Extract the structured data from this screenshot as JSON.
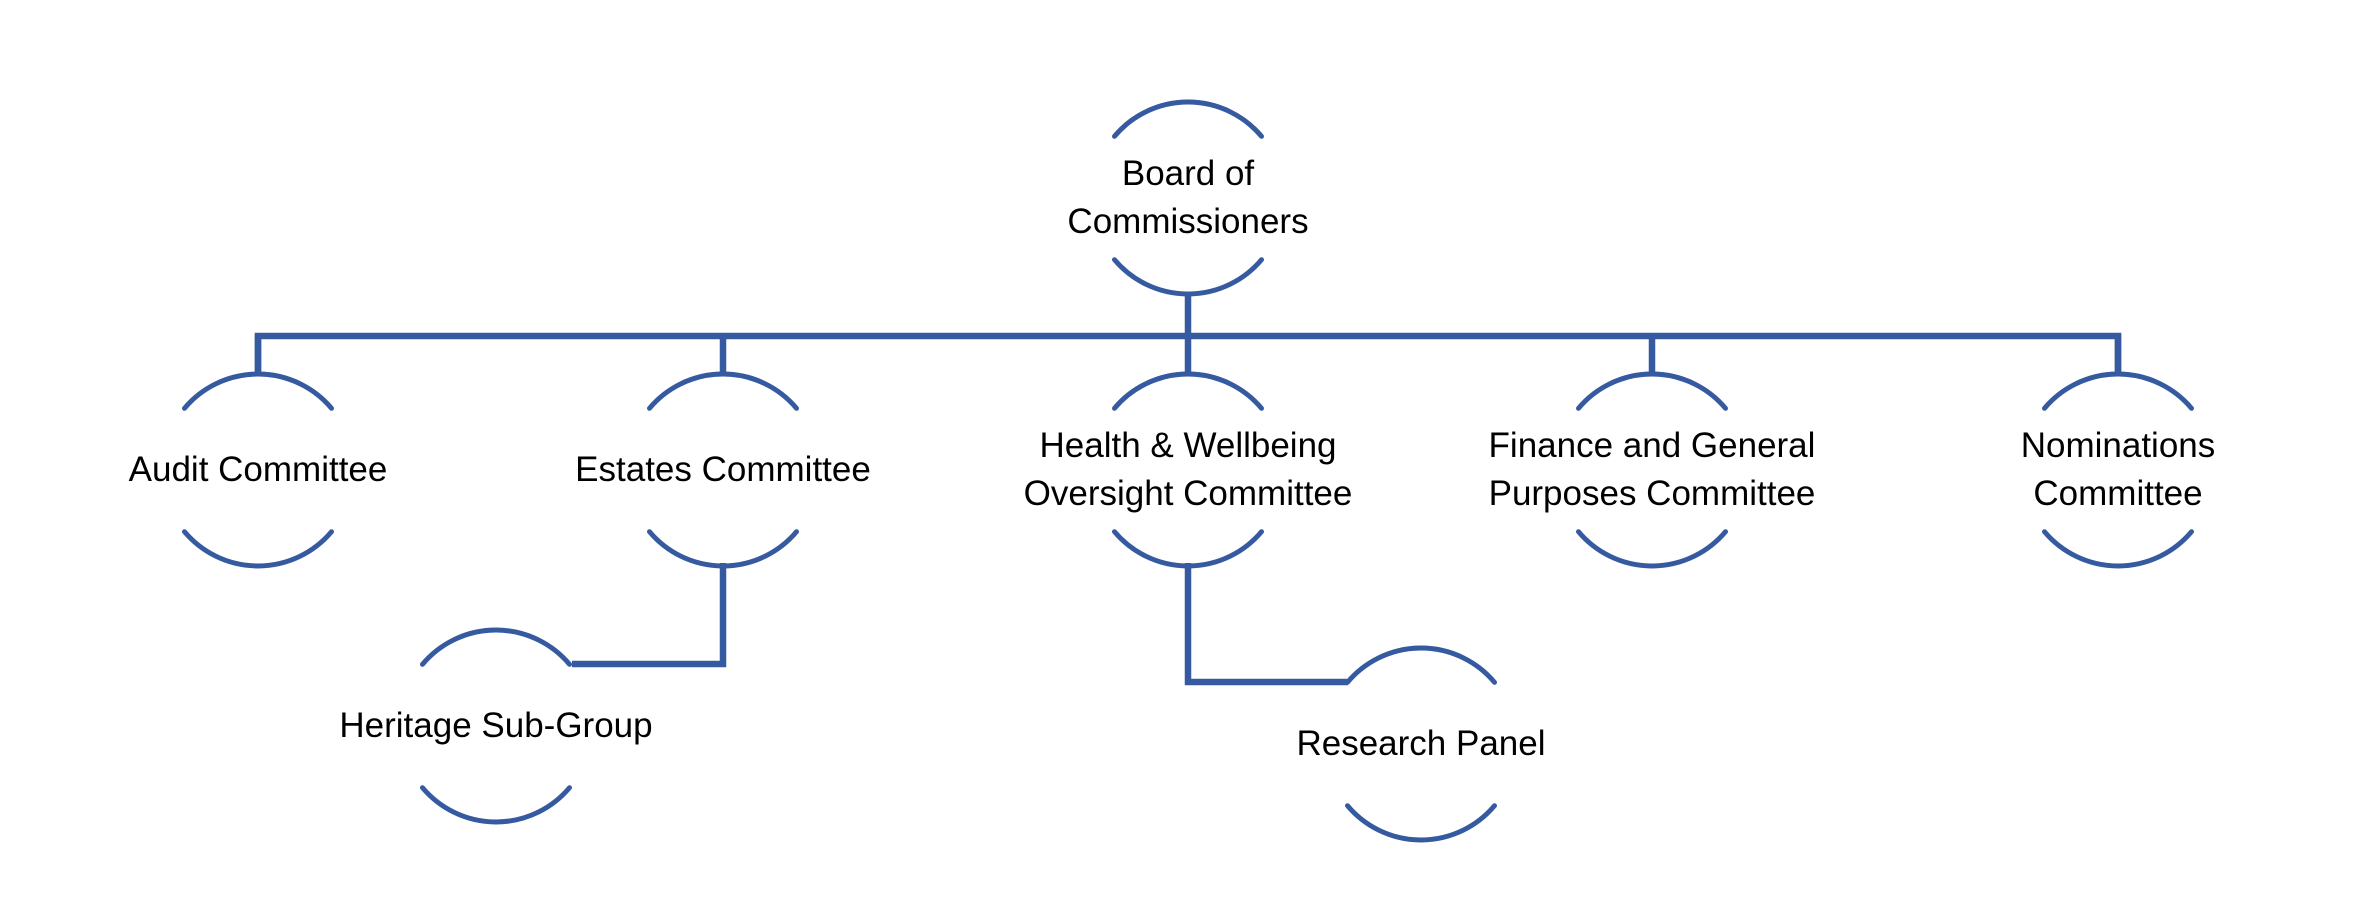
{
  "diagram": {
    "type": "org-chart",
    "accent_color": "#355AA0",
    "text_color": "#000000",
    "background_color": "#FFFFFF",
    "nodes": [
      {
        "id": "board",
        "label": "Board of Commissioners",
        "level": 0,
        "parent": null
      },
      {
        "id": "audit",
        "label": "Audit Committee",
        "level": 1,
        "parent": "board"
      },
      {
        "id": "estates",
        "label": "Estates Committee",
        "level": 1,
        "parent": "board"
      },
      {
        "id": "health",
        "label": "Health & Wellbeing Oversight Committee",
        "level": 1,
        "parent": "board"
      },
      {
        "id": "finance",
        "label": "Finance and General Purposes Committee",
        "level": 1,
        "parent": "board"
      },
      {
        "id": "nominations",
        "label": "Nominations Committee",
        "level": 1,
        "parent": "board"
      },
      {
        "id": "heritage",
        "label": "Heritage Sub-Group",
        "level": 2,
        "parent": "estates"
      },
      {
        "id": "research",
        "label": "Research Panel",
        "level": 2,
        "parent": "health"
      }
    ]
  }
}
